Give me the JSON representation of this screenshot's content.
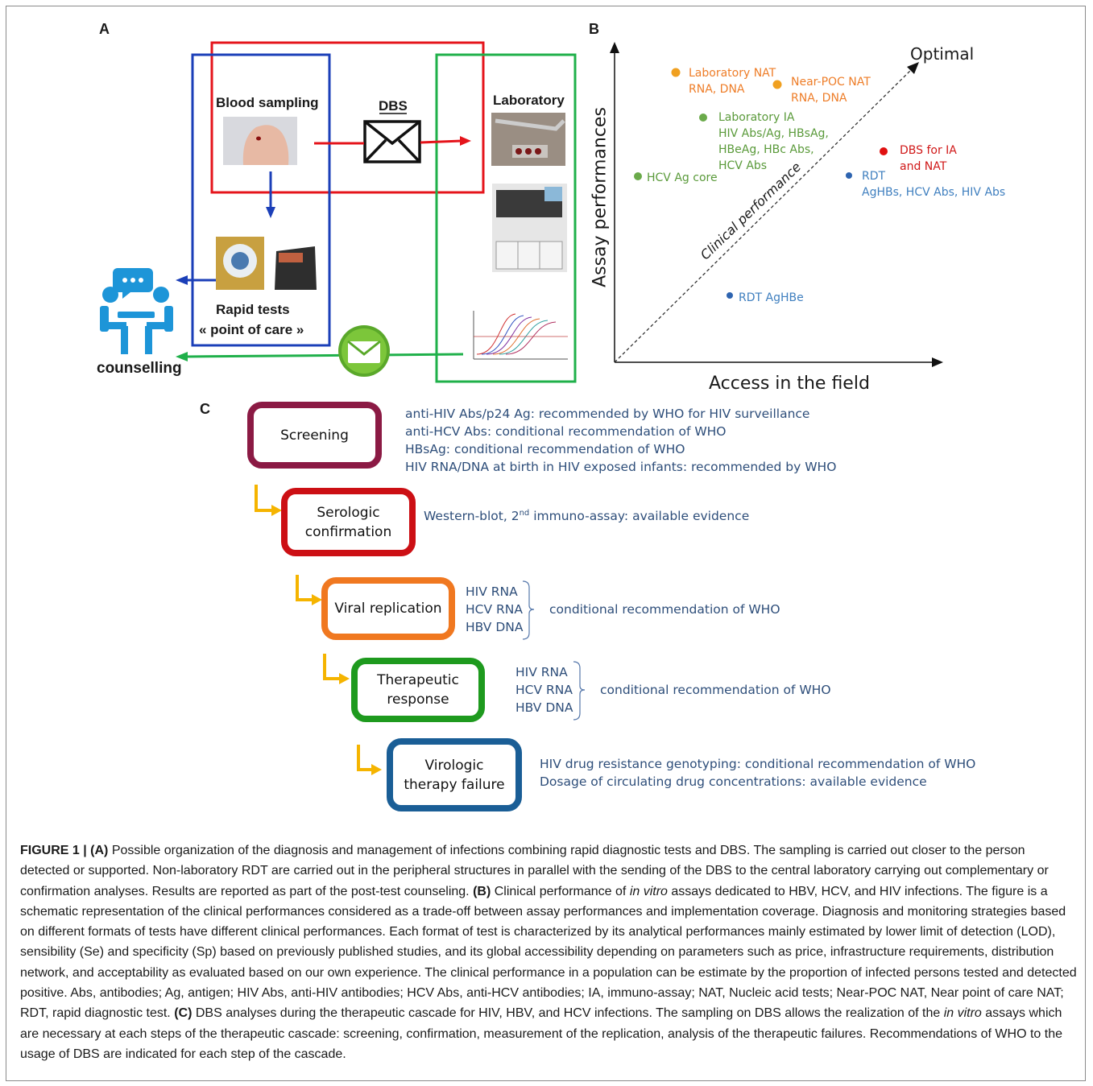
{
  "panel_a": {
    "label": "A",
    "blood_sampling": "Blood sampling",
    "dbs": "DBS",
    "laboratory": "Laboratory",
    "rapid_tests_line1": "Rapid tests",
    "rapid_tests_line2": "« point of care »",
    "counselling": "counselling",
    "colors": {
      "red": "#e5141b",
      "blue": "#1b3fb8",
      "green": "#1fb04a",
      "icon_blue": "#1d95d8"
    }
  },
  "panel_b": {
    "label": "B",
    "optimal": "Optimal",
    "diagonal_label": "Clinical performance",
    "chart_data": {
      "type": "scatter",
      "xlabel": "Access in the field",
      "ylabel": "Assay performances",
      "points": [
        {
          "name": "Laboratory NAT",
          "sub": "RNA, DNA",
          "color": "#f0a020",
          "label_color": "#ee7d28"
        },
        {
          "name": "Near-POC NAT",
          "sub": "RNA, DNA",
          "color": "#f0a020",
          "label_color": "#ee7d28"
        },
        {
          "name": "Laboratory IA",
          "sub": "HIV Abs/Ag, HBsAg, HBeAg, HBc Abs, HCV Abs",
          "color": "#6aaa4a",
          "label_color": "#5a9a3a"
        },
        {
          "name": "HCV Ag core",
          "sub": "",
          "color": "#6aaa4a",
          "label_color": "#5a9a3a"
        },
        {
          "name": "DBS for IA",
          "sub": "and NAT",
          "color": "#e01010",
          "label_color": "#d01818"
        },
        {
          "name": "RDT",
          "sub": "AgHBs, HCV Abs, HIV Abs",
          "color": "#2e64b0",
          "label_color": "#3f7fbf"
        },
        {
          "name": "RDT AgHBe",
          "sub": "",
          "color": "#2e64b0",
          "label_color": "#3f7fbf"
        }
      ],
      "grid": false
    },
    "lines": {
      "lab_nat_1": "Laboratory NAT",
      "lab_nat_2": "RNA, DNA",
      "near_poc_1": "Near-POC NAT",
      "near_poc_2": "RNA, DNA",
      "lab_ia_1": "Laboratory IA",
      "lab_ia_2": "HIV Abs/Ag, HBsAg,",
      "lab_ia_3": "HBeAg, HBc Abs,",
      "lab_ia_4": "HCV Abs",
      "hcv_core": "HCV Ag core",
      "dbs_1": "DBS for IA",
      "dbs_2": "and NAT",
      "rdt_1": "RDT",
      "rdt_2": "AgHBs, HCV Abs, HIV Abs",
      "rdt_aghbe": "RDT AgHBe"
    }
  },
  "panel_c": {
    "label": "C",
    "steps": [
      {
        "title1": "Screening",
        "title2": "",
        "color": "#8b1a44",
        "desc": [
          "anti-HIV Abs/p24 Ag:  recommended by WHO for HIV surveillance",
          "anti-HCV Abs: conditional recommendation of WHO",
          "HBsAg: conditional recommendation of WHO",
          "HIV RNA/DNA at birth in HIV exposed infants: recommended by WHO"
        ]
      },
      {
        "title1": "Serologic",
        "title2": "confirmation",
        "color": "#cc0f14",
        "desc_pre": "Western-blot, 2",
        "desc_sup": "nd",
        "desc_post": " immuno-assay: available evidence"
      },
      {
        "title1": "Viral replication",
        "title2": "",
        "color": "#f07820",
        "tests": [
          "HIV RNA",
          "HCV RNA",
          "HBV DNA"
        ],
        "rec": "conditional recommendation of WHO"
      },
      {
        "title1": "Therapeutic",
        "title2": "response",
        "color": "#1e9a1e",
        "tests": [
          "HIV RNA",
          "HCV RNA",
          "HBV DNA"
        ],
        "rec": "conditional recommendation of WHO"
      },
      {
        "title1": "Virologic",
        "title2": "therapy failure",
        "color": "#1a5e96",
        "desc": [
          "HIV drug resistance genotyping: conditional recommendation of WHO",
          "Dosage of circulating drug concentrations: available evidence"
        ]
      }
    ],
    "arrow_color": "#f5b400"
  },
  "caption": {
    "label": "FIGURE 1 | (A)",
    "a_text": " Possible organization of the diagnosis and management of infections combining rapid diagnostic tests and DBS. The sampling is carried out closer to the person detected or supported. Non-laboratory RDT are carried out in the peripheral structures in parallel with the sending of the DBS to the central laboratory carrying out complementary or confirmation analyses. Results are reported as part of the post-test counseling. ",
    "b_label": "(B)",
    "b_text1": " Clinical performance of ",
    "in_vitro": "in vitro",
    "b_text2": " assays dedicated to HBV, HCV, and HIV infections. The figure is a schematic representation of the clinical performances considered as a trade-off between assay performances and implementation coverage. Diagnosis and monitoring strategies based on different formats of tests have different clinical performances. Each format of test is characterized by its analytical performances mainly estimated by lower limit of detection (LOD), sensibility (Se) and specificity (Sp) based on previously published studies, and its global accessibility depending on parameters such as price, infrastructure requirements, distribution network, and acceptability as evaluated based on our own experience. The clinical performance in a population can be estimate by the proportion of infected persons tested and detected positive. Abs, antibodies; Ag, antigen; HIV Abs, anti-HIV antibodies; HCV Abs, anti-HCV antibodies; IA, immuno-assay; NAT, Nucleic acid tests; Near-POC NAT, Near point of care NAT; RDT, rapid diagnostic test. ",
    "c_label": "(C)",
    "c_text1": " DBS analyses during the therapeutic cascade for HIV, HBV, and HCV infections. The sampling on DBS allows the realization of the ",
    "in_vitro2": "in vitro",
    "c_text2": " assays which are necessary at each steps of the therapeutic cascade: screening, confirmation, measurement of the replication, analysis of the therapeutic failures. Recommendations of WHO to the usage of DBS are indicated for each step of the cascade."
  }
}
